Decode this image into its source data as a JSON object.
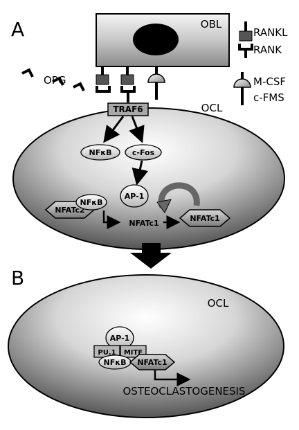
{
  "panel_a": {
    "letter": "A",
    "cell_osteoblast": "OBL",
    "cell_osteoclast": "OCL",
    "legend_rankl": "RANKL",
    "legend_rank": "RANK",
    "legend_mcsf": "M-CSF",
    "legend_cfms": "c-FMS",
    "decoy_opg": "OPG",
    "adapter_traf6": "TRAF6",
    "factor_nfkb": "NFκB",
    "factor_cfos": "c-Fos",
    "factor_ap1": "AP-1",
    "factor_nfatc2": "NFATc2",
    "complex_nfkb": "NFκB",
    "target_nfatc1": "NFATc1",
    "output_nfatc1": "NFATc1"
  },
  "panel_b": {
    "letter": "B",
    "cell_osteoclast": "OCL",
    "factor_ap1": "AP-1",
    "factor_pu1": "PU.1",
    "factor_mitf": "MITF",
    "factor_nfkb": "NFκB",
    "factor_nfatc1": "NFATc1",
    "process_label": "OSTEOCLASTOGENESIS"
  }
}
